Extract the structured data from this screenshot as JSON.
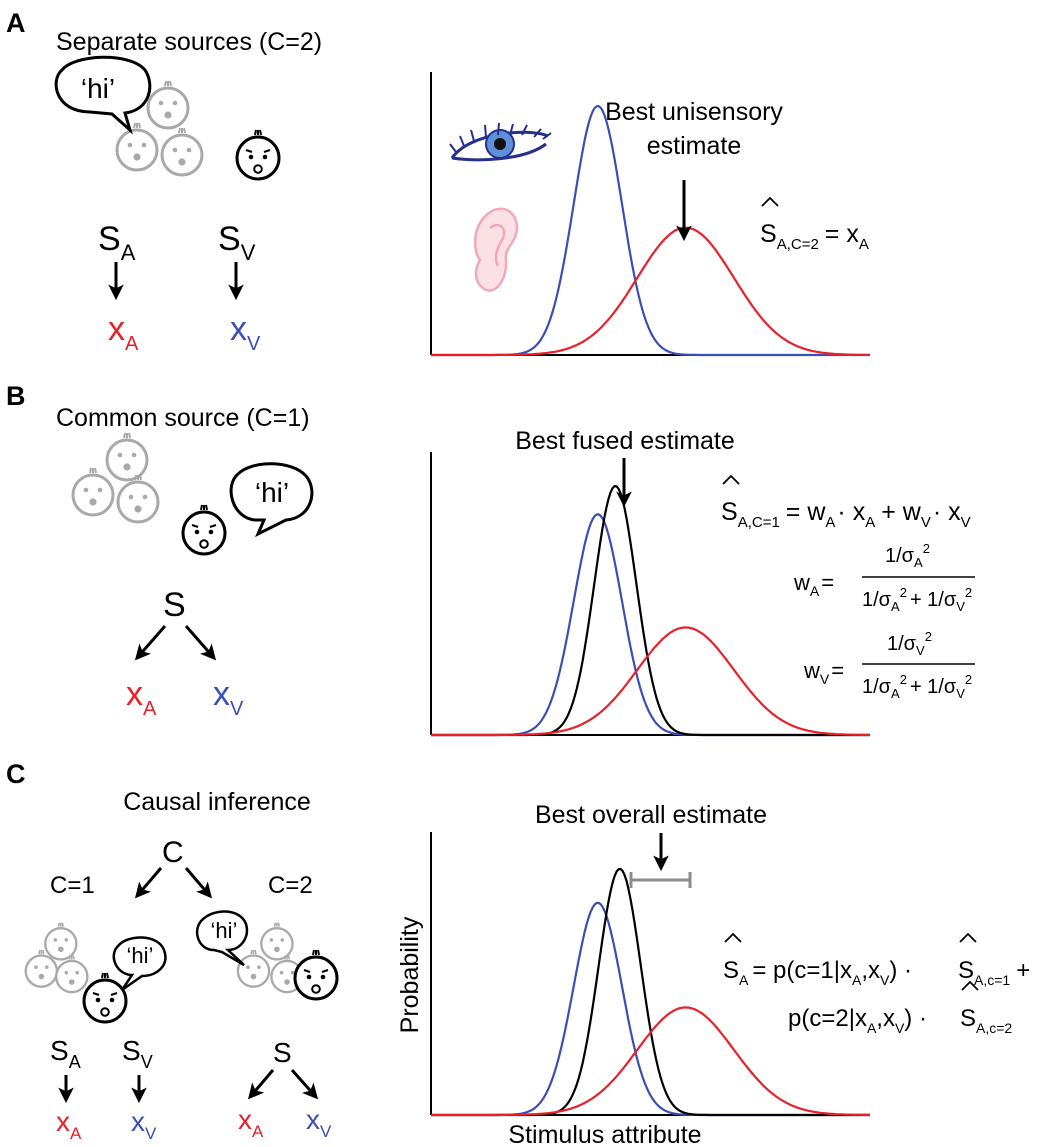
{
  "panels": {
    "A": {
      "letter": "A",
      "title": "Separate sources (C=2)",
      "speech": "‘hi’",
      "node_sa": "S",
      "node_sa_sub": "A",
      "node_sv": "S",
      "node_sv_sub": "V",
      "obs_xa": "x",
      "obs_xa_sub": "A",
      "obs_xv": "x",
      "obs_xv_sub": "V",
      "plot_label": "Best unisensory",
      "plot_label2": "estimate",
      "formula": {
        "lhs": "S",
        "lhs_sub": "A,C=2",
        "rhs": "= x",
        "rhs_sub": "A"
      }
    },
    "B": {
      "letter": "B",
      "title": "Common source (C=1)",
      "speech": "‘hi’",
      "node_s": "S",
      "obs_xa": "x",
      "obs_xa_sub": "A",
      "obs_xv": "x",
      "obs_xv_sub": "V",
      "plot_label": "Best fused estimate",
      "formula_main": {
        "lhs": "S",
        "lhs_sub": "A,C=1",
        "p1": "= w",
        "p1_sub": "A",
        "p2": "· x",
        "p2_sub": "A",
        "p3": "+ w",
        "p3_sub": "V",
        "p4": "· x",
        "p4_sub": "V"
      },
      "weight_a": {
        "lhs": "w",
        "lhs_sub": "A",
        "eq": "=",
        "num": "1/σ",
        "num_sub": "A",
        "sq": "2",
        "den1": "1/σ",
        "den1_sub": "A",
        "den2": "+ 1/σ",
        "den2_sub": "V"
      },
      "weight_v": {
        "lhs": "w",
        "lhs_sub": "V",
        "eq": "=",
        "num": "1/σ",
        "num_sub": "V",
        "sq": "2",
        "den1": "1/σ",
        "den1_sub": "A",
        "den2": "+ 1/σ",
        "den2_sub": "V"
      }
    },
    "C": {
      "letter": "C",
      "title": "Causal inference",
      "node_c": "C",
      "branch_left": "C=1",
      "branch_right": "C=2",
      "speech": "‘hi’",
      "left_sa": "S",
      "left_sa_sub": "A",
      "left_sv": "S",
      "left_sv_sub": "V",
      "left_xa": "x",
      "left_xa_sub": "A",
      "left_xv": "x",
      "left_xv_sub": "V",
      "right_s": "S",
      "right_xa": "x",
      "right_xa_sub": "A",
      "right_xv": "x",
      "right_xv_sub": "V",
      "plot_label": "Best overall estimate",
      "ylabel": "Probability",
      "xlabel": "Stimulus attribute",
      "formula": {
        "lhs": "S",
        "lhs_sub": "A",
        "t1": "= p(c=1|x",
        "t1_sub1": "A",
        "t1_mid": ",x",
        "t1_sub2": "V",
        "t1_end": ") ·",
        "s1": "S",
        "s1_sub": "A,c=1",
        "plus": "+",
        "t2": "p(c=2|x",
        "t2_sub1": "A",
        "t2_mid": ",x",
        "t2_sub2": "V",
        "t2_end": ") ·",
        "s2": "S",
        "s2_sub": "A,c=2"
      }
    }
  },
  "colors": {
    "auditory": "#e8202a",
    "visual": "#3a4fb3",
    "fused": "#000000",
    "faded": "#a9a9a9",
    "ear": "#f2a9b5"
  },
  "chart_data": [
    {
      "type": "line",
      "panel": "A",
      "series": [
        {
          "color": "visual",
          "mean": 0.38,
          "sd": 0.055,
          "peak": 0.88
        },
        {
          "color": "auditory",
          "mean": 0.58,
          "sd": 0.11,
          "peak": 0.45
        }
      ],
      "xlim": [
        0,
        1
      ],
      "ylim": [
        0,
        1
      ]
    },
    {
      "type": "line",
      "panel": "B",
      "series": [
        {
          "color": "visual",
          "mean": 0.38,
          "sd": 0.055,
          "peak": 0.78
        },
        {
          "color": "fused",
          "mean": 0.42,
          "sd": 0.048,
          "peak": 0.88
        },
        {
          "color": "auditory",
          "mean": 0.58,
          "sd": 0.11,
          "peak": 0.38
        }
      ],
      "xlim": [
        0,
        1
      ],
      "ylim": [
        0,
        1
      ]
    },
    {
      "type": "line",
      "panel": "C",
      "series": [
        {
          "color": "visual",
          "mean": 0.38,
          "sd": 0.055,
          "peak": 0.75
        },
        {
          "color": "fused",
          "mean": 0.43,
          "sd": 0.048,
          "peak": 0.87
        },
        {
          "color": "auditory",
          "mean": 0.58,
          "sd": 0.11,
          "peak": 0.38
        }
      ],
      "xlim": [
        0,
        1
      ],
      "ylim": [
        0,
        1
      ]
    }
  ]
}
